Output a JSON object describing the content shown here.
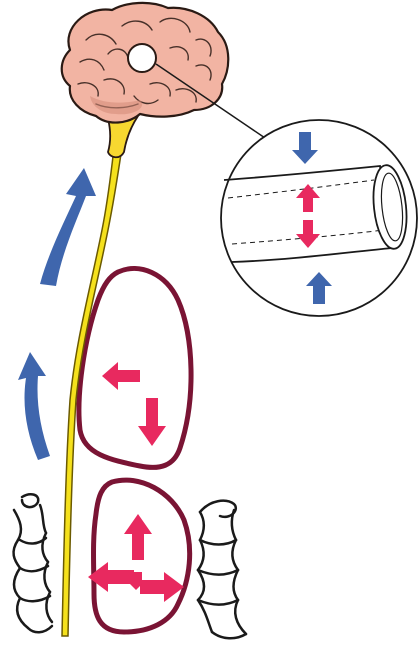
{
  "figure": {
    "background": "#ffffff",
    "colors": {
      "brain_fill": "#f2b4a3",
      "brain_fold": "#d48a78",
      "brain_outline": "#2a1a14",
      "brainstem": "#f7d830",
      "cord": "#f5e11c",
      "cord_outline": "#6b5a00",
      "organ_outline": "#7a1434",
      "signal_arrow": "#3f66ad",
      "pressure_arrow": "#e8295f",
      "vessel_arrow": "#3f66ad",
      "line": "#1a1a1a"
    },
    "icons": {
      "brain": "brain-icon",
      "spinal_cord": "spinal-cord-icon",
      "vessel": "blood-vessel-icon",
      "lung": "lung-outline-icon",
      "abdomen": "abdomen-outline-icon",
      "tube": "tube-segment-icon"
    },
    "arrows": {
      "signal_count": 2,
      "organ_pressure_count": 6,
      "vessel_pressure_count": 4
    }
  }
}
